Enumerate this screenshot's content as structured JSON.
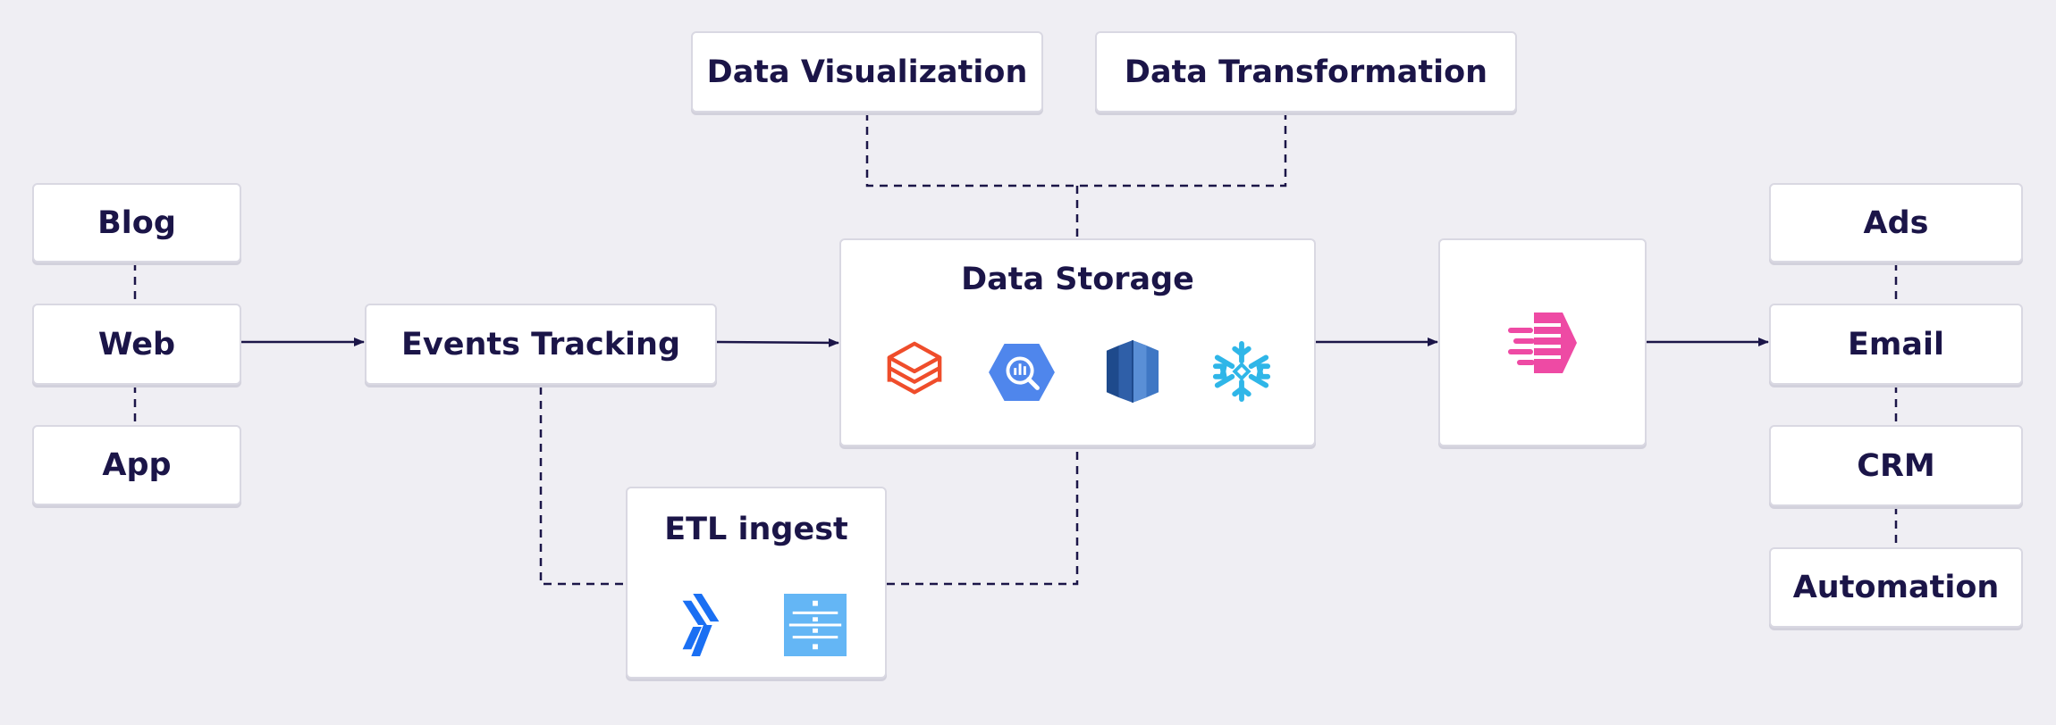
{
  "sources": {
    "blog": "Blog",
    "web": "Web",
    "app": "App"
  },
  "tracking": {
    "label": "Events Tracking"
  },
  "top": {
    "visualization": "Data Visualization",
    "transformation": "Data Transformation"
  },
  "storage": {
    "title": "Data Storage",
    "logos": [
      "databricks-icon",
      "bigquery-icon",
      "redshift-icon",
      "snowflake-icon"
    ]
  },
  "etl": {
    "title": "ETL ingest",
    "logos": [
      "fivetran-icon",
      "stitch-icon"
    ]
  },
  "hub": {
    "logo": "hightouch-icon"
  },
  "destinations": {
    "ads": "Ads",
    "email": "Email",
    "crm": "CRM",
    "automation": "Automation"
  },
  "colors": {
    "background": "#efeef3",
    "text": "#1b1548",
    "line": "#1b1548",
    "databricks": "#ef4d2b",
    "bigquery": "#4f86ec",
    "redshift": "#2f5fa8",
    "snowflake": "#2fb6e8",
    "fivetran": "#1a6ff3",
    "stitch": "#64b6f5",
    "hightouch": "#ee4aa4"
  }
}
